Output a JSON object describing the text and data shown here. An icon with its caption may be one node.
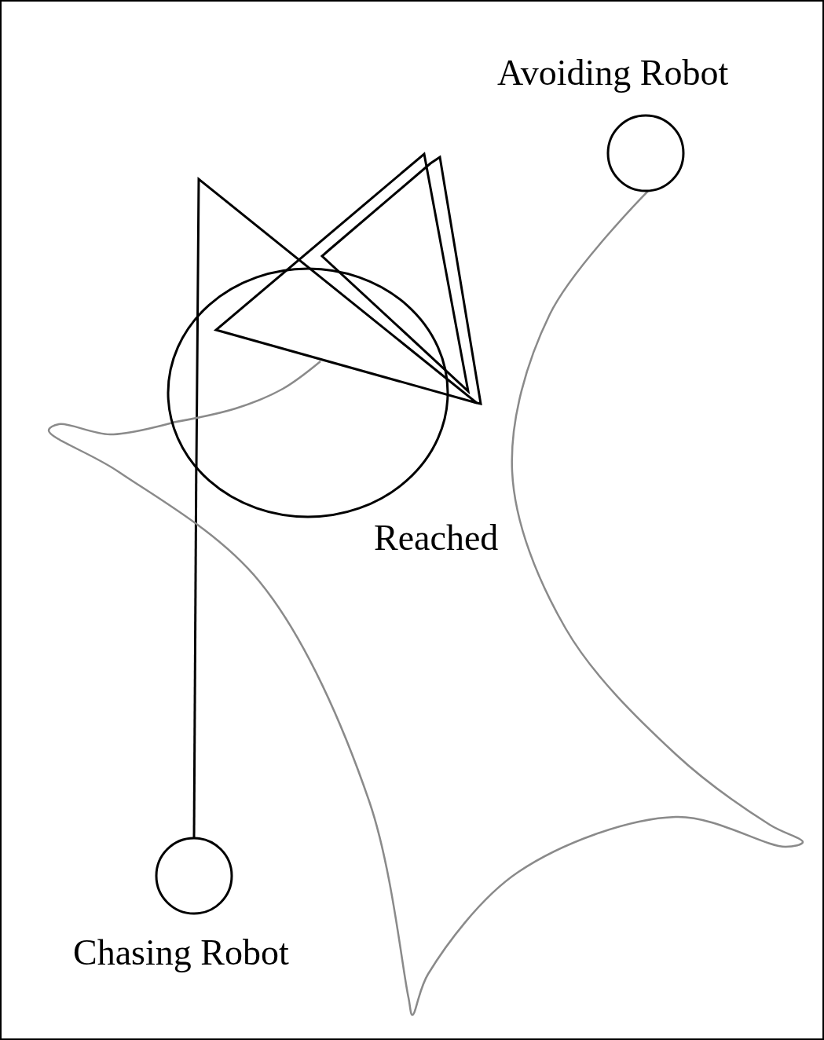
{
  "diagram": {
    "nodes": [
      {
        "text": [
          "Avoiding Robot"
        ]
      },
      {
        "text": [
          "Chasing Robot"
        ]
      },
      {
        "text": [
          "Reached"
        ]
      }
    ],
    "edges": [
      {
        "from": 1,
        "to": 2,
        "arrow": "none"
      },
      {
        "from": 0,
        "to": 2,
        "arrow": "none",
        "color": "#8a8a8a"
      }
    ]
  }
}
